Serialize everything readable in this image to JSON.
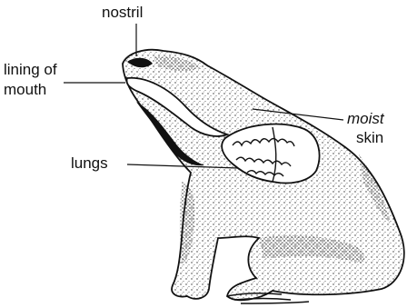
{
  "labels": {
    "nostril": "nostril",
    "lining_line1": "lining of",
    "lining_line2": "mouth",
    "moist": "moist",
    "skin": "skin",
    "lungs": "lungs"
  },
  "colors": {
    "ink": "#111111",
    "background": "#ffffff",
    "stipple": "#333333"
  }
}
